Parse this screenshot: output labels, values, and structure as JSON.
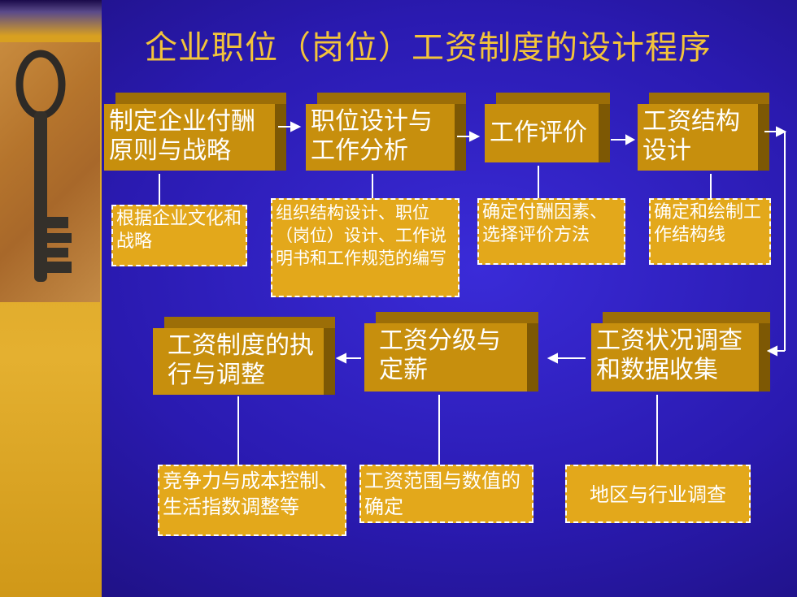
{
  "title": "企业职位（岗位）工资制度的设计程序",
  "row1": [
    {
      "label": "制定企业付酬原则与战略",
      "note": "根据企业文化和战略"
    },
    {
      "label": "职位设计与工作分析",
      "note": "组织结构设计、职位（岗位）设计、工作说明书和工作规范的编写"
    },
    {
      "label": "工作评价",
      "note": "确定付酬因素、选择评价方法"
    },
    {
      "label": "工资结构设计",
      "note": "确定和绘制工作结构线"
    }
  ],
  "row2": [
    {
      "label": "工资制度的执行与调整",
      "note": "竞争力与成本控制、生活指数调整等"
    },
    {
      "label": "工资分级与定薪",
      "note": "工资范围与数值的确定"
    },
    {
      "label": "工资状况调查和数据收集",
      "note": "地区与行业调查"
    }
  ],
  "colors": {
    "box": "#c78f0d",
    "note": "#e3a81b",
    "title": "#f3c43a",
    "background": "#2a1ab0"
  },
  "icons": {
    "key": "key-photo"
  }
}
